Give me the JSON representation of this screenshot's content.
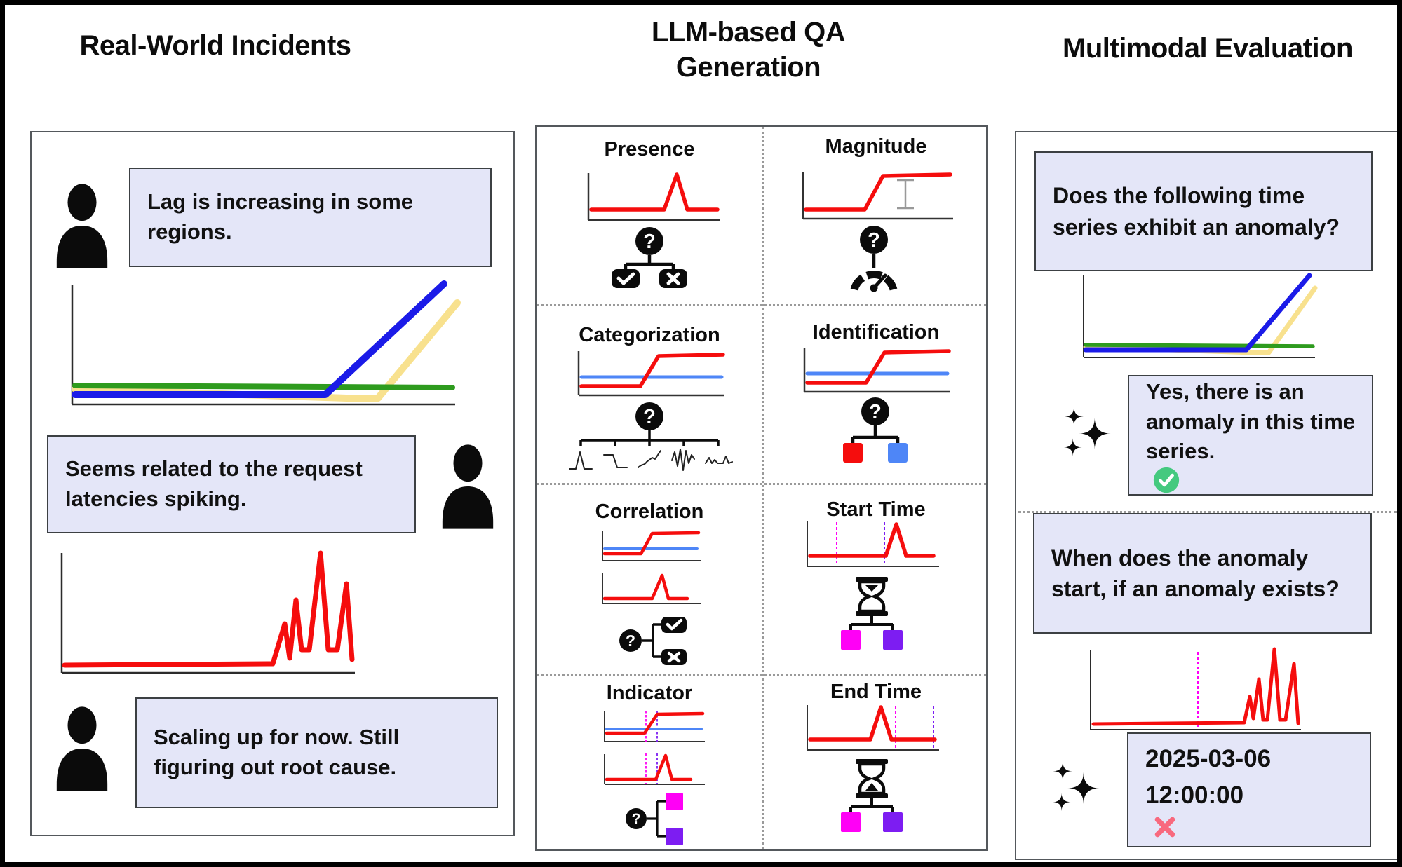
{
  "titles": {
    "left": "Real-World Incidents",
    "middle_line1": "LLM-based QA",
    "middle_line2": "Generation",
    "right": "Multimodal Evaluation"
  },
  "glyphs": {
    "question_mark": "?"
  },
  "left_panel": {
    "message1": "Lag is increasing in some regions.",
    "message2": "Seems related to the request latencies spiking.",
    "message3": "Scaling up for now. Still figuring out root cause."
  },
  "middle_panel": {
    "cells": [
      {
        "label": "Presence"
      },
      {
        "label": "Magnitude"
      },
      {
        "label": "Categorization"
      },
      {
        "label": "Identification"
      },
      {
        "label": "Correlation"
      },
      {
        "label": "Start Time"
      },
      {
        "label": "Indicator"
      },
      {
        "label": "End Time"
      }
    ]
  },
  "right_panel": {
    "question1": "Does the following time series exhibit an anomaly?",
    "answer1": "Yes, there is an anomaly in this time series.",
    "question2": "When does the anomaly start, if an anomaly exists?",
    "answer2_line1": "2025-03-06",
    "answer2_line2": "12:00:00"
  },
  "colors": {
    "bubble_bg": "#E4E6F8",
    "anomaly_red": "#F50D0D",
    "series_blue": "#1B1BE8",
    "series_light_blue": "#4E86F7",
    "series_green": "#2E9B1E",
    "series_yellow": "#F8E18E",
    "marker_magenta": "#FF00F6",
    "marker_purple": "#7D1DF2",
    "correct_green": "#44C97F",
    "incorrect_pink": "#F8697E"
  }
}
